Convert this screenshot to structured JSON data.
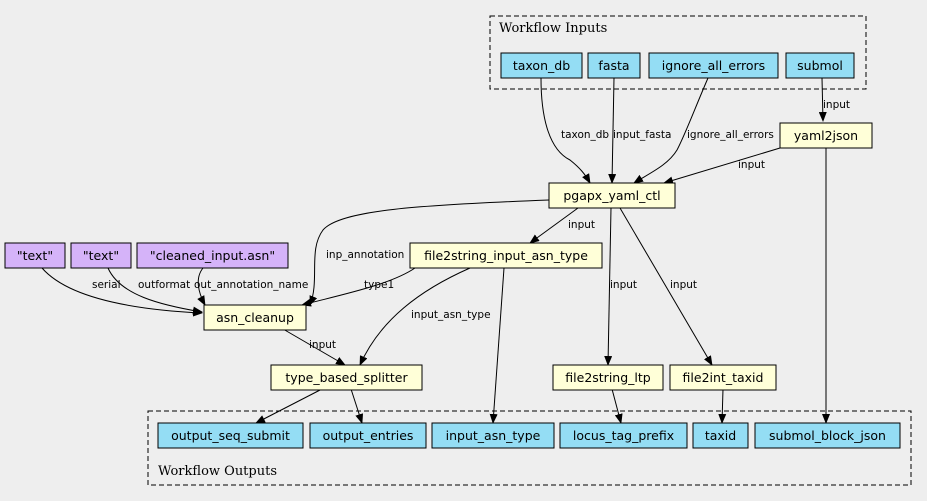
{
  "clusters": {
    "inputs": {
      "label": "Workflow Inputs"
    },
    "outputs": {
      "label": "Workflow Outputs"
    }
  },
  "colors": {
    "background": "#eeeeee",
    "io_node": "#94ddf4",
    "step_node": "#ffffd8",
    "constant_node": "#d5b3f9"
  },
  "nodes": {
    "taxon_db": "taxon_db",
    "fasta": "fasta",
    "ignore_all_errors": "ignore_all_errors",
    "submol": "submol",
    "yaml2json": "yaml2json",
    "pgapx_yaml_ctl": "pgapx_yaml_ctl",
    "file2string_input_asn_type": "file2string_input_asn_type",
    "const_text_1": "\"text\"",
    "const_text_2": "\"text\"",
    "const_cleaned": "\"cleaned_input.asn\"",
    "asn_cleanup": "asn_cleanup",
    "type_based_splitter": "type_based_splitter",
    "file2string_ltp": "file2string_ltp",
    "file2int_taxid": "file2int_taxid",
    "output_seq_submit": "output_seq_submit",
    "output_entries": "output_entries",
    "input_asn_type": "input_asn_type",
    "locus_tag_prefix": "locus_tag_prefix",
    "taxid": "taxid",
    "submol_block_json": "submol_block_json"
  },
  "edge_labels": {
    "submol_yaml2json": "input",
    "taxon_db_pgapx": "taxon_db",
    "fasta_pgapx": "input_fasta",
    "ignore_pgapx": "ignore_all_errors",
    "yaml2json_pgapx": "input",
    "pgapx_file2string": "input",
    "pgapx_asn_cleanup": "inp_annotation",
    "text1_asn_cleanup": "serial",
    "text2_asn_cleanup": "outformat",
    "cleaned_asn_cleanup": "out_annotation_name",
    "file2string_asn_cleanup": "type1",
    "file2string_splitter": "input_asn_type",
    "pgapx_ltp": "input",
    "pgapx_taxid": "input",
    "asn_cleanup_splitter": "input"
  }
}
